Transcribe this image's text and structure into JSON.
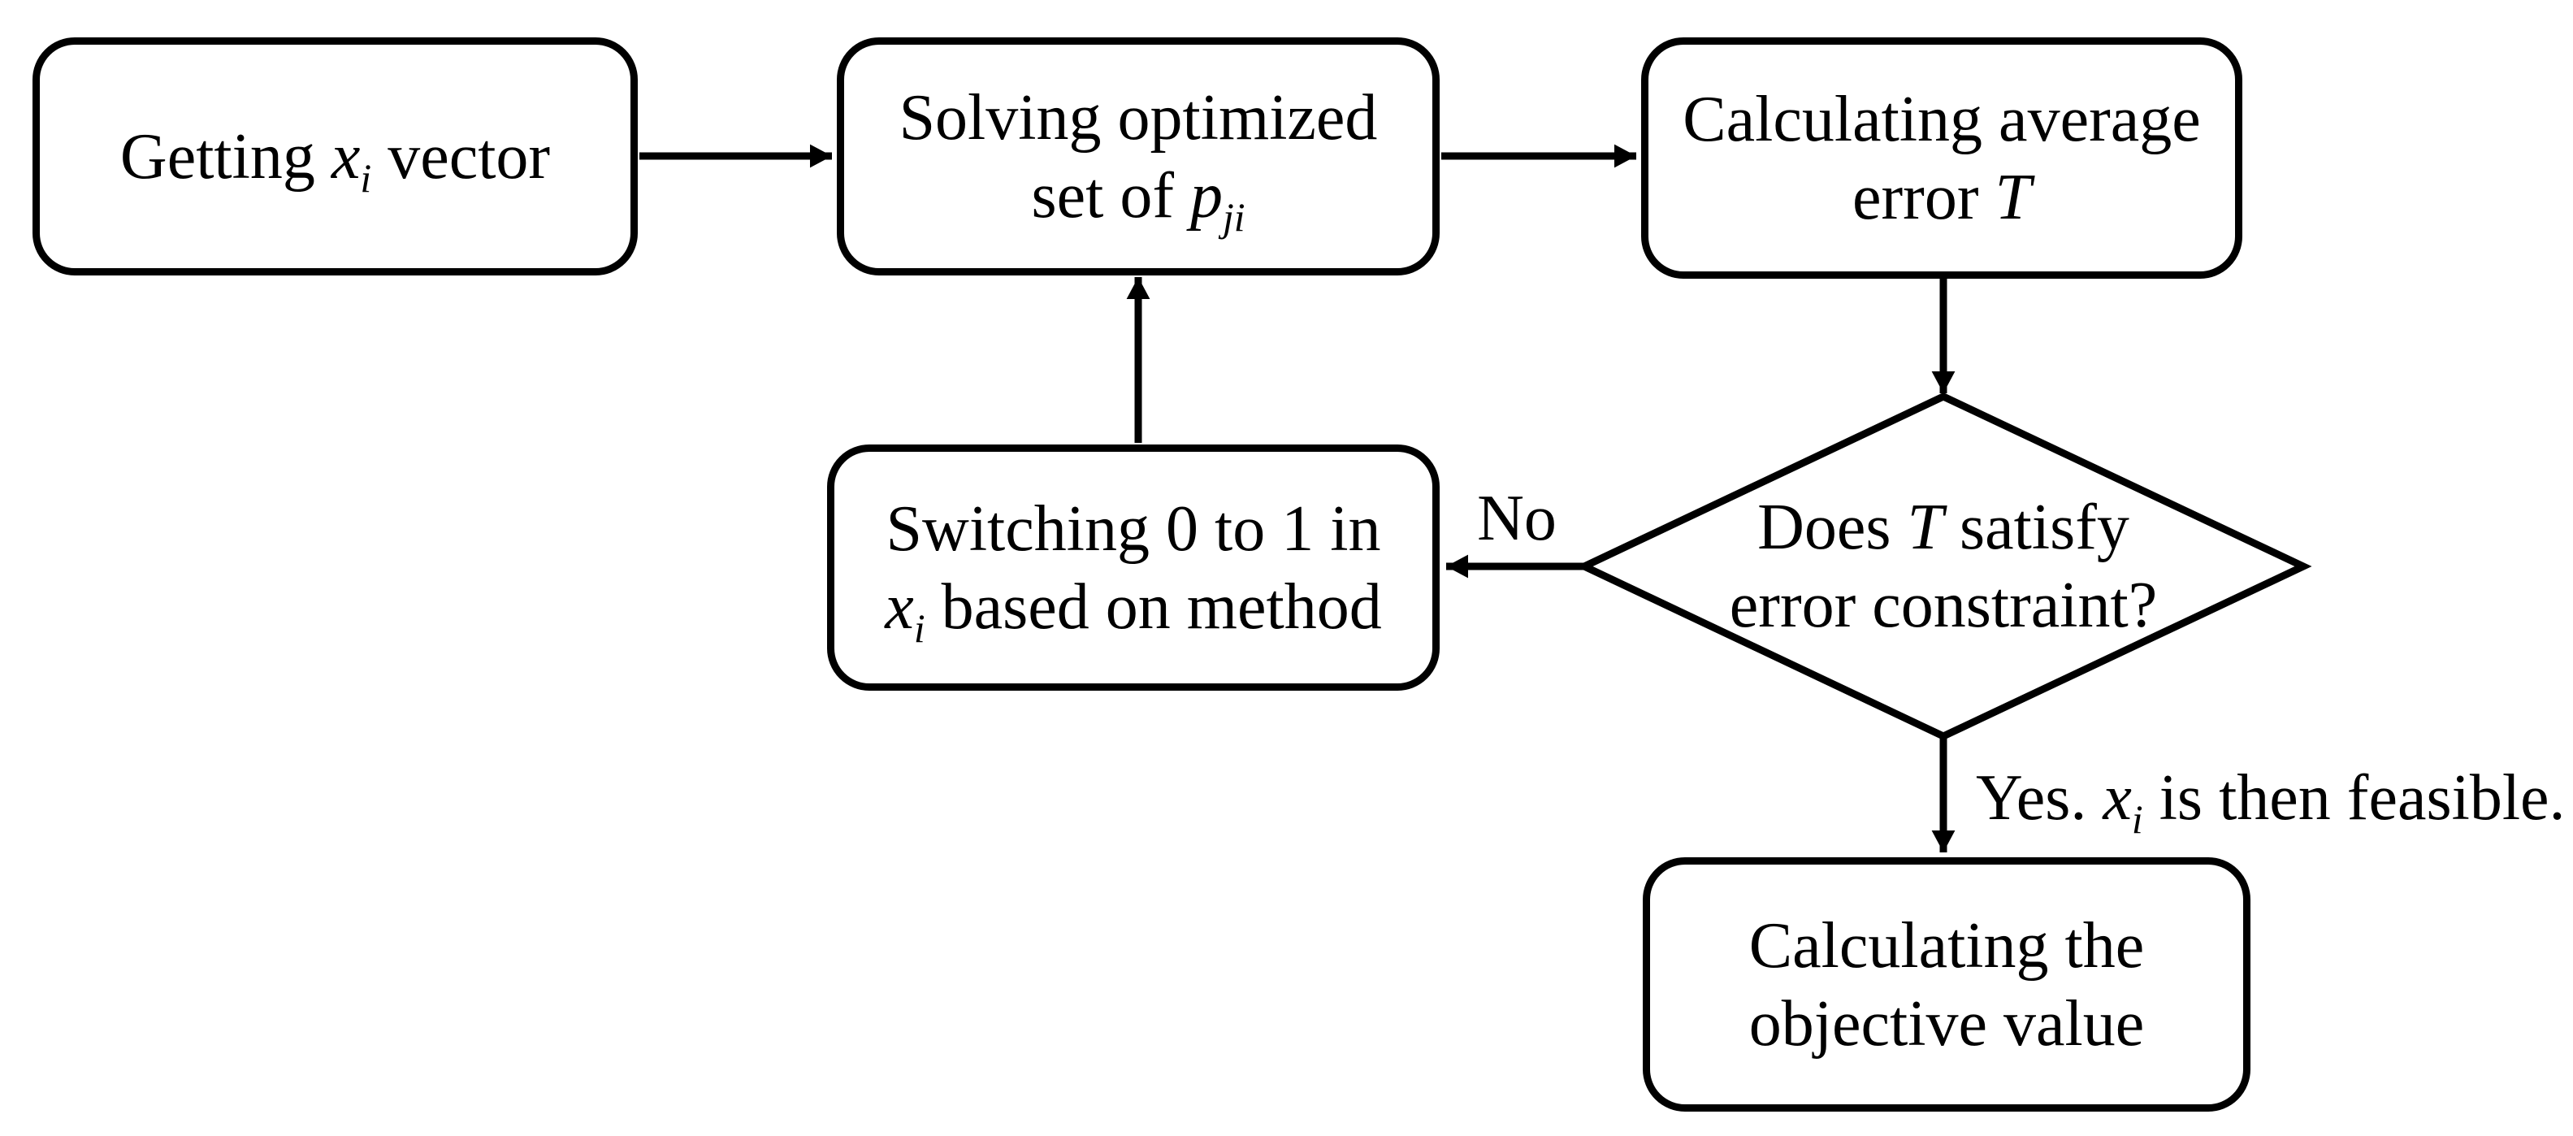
{
  "diagram": {
    "type": "flowchart",
    "colors": {
      "background": "#ffffff",
      "stroke": "#000000",
      "text": "#000000"
    },
    "nodes": {
      "getting_xi": {
        "shape": "rounded-rect",
        "pre": "Getting ",
        "var": "x",
        "sub": "i",
        "post": " vector"
      },
      "solving_pji": {
        "shape": "rounded-rect",
        "line1": "Solving optimized",
        "line2_pre": "set of ",
        "line2_var": "p",
        "line2_sub": "ji"
      },
      "calc_error": {
        "shape": "rounded-rect",
        "line1": "Calculating average",
        "line2_pre": "error ",
        "line2_var": "T"
      },
      "decision": {
        "shape": "diamond",
        "line1_pre": "Does ",
        "line1_var": "T",
        "line1_post": " satisfy",
        "line2": "error constraint?"
      },
      "switching": {
        "shape": "rounded-rect",
        "line1": "Switching 0 to 1 in",
        "line2_var": "x",
        "line2_sub": "i",
        "line2_post": " based on method"
      },
      "calc_objective": {
        "shape": "rounded-rect",
        "line1": "Calculating the",
        "line2": "objective value"
      }
    },
    "edge_labels": {
      "no": "No",
      "yes_pre": "Yes. ",
      "yes_var": "x",
      "yes_sub": "i",
      "yes_post": " is then feasible."
    },
    "edges": [
      {
        "from": "getting_xi",
        "to": "solving_pji"
      },
      {
        "from": "solving_pji",
        "to": "calc_error"
      },
      {
        "from": "calc_error",
        "to": "decision"
      },
      {
        "from": "decision",
        "to": "switching",
        "label": "No"
      },
      {
        "from": "decision",
        "to": "calc_objective",
        "label": "Yes"
      },
      {
        "from": "switching",
        "to": "solving_pji"
      }
    ]
  }
}
